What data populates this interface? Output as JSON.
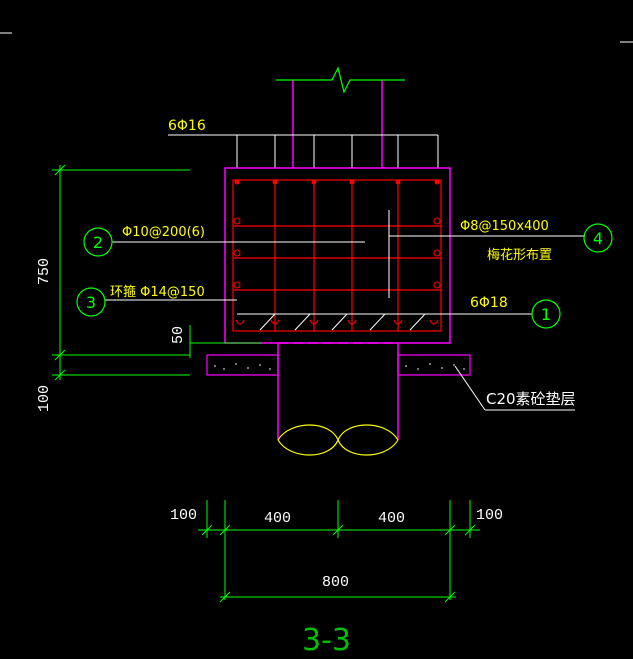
{
  "colors": {
    "background": "#000000",
    "white": "#ffffff",
    "green": "#00ff00",
    "yellow": "#ffff00",
    "red": "#ff0000",
    "magenta": "#ff00ff",
    "pad_fill": "#ff00ff"
  },
  "labels": {
    "top_bars": "6Φ16",
    "bottom_bars": "6Φ18",
    "waist_bars": "Φ10@200(6)",
    "stirrups": "环箍  Φ14@150",
    "plum_bars": "Φ8@150x400",
    "plum_note": "梅花形布置",
    "pad_note": "C20素砼垫层",
    "section_title": "3-3"
  },
  "callouts": {
    "c1": "1",
    "c2": "2",
    "c3": "3",
    "c4": "4"
  },
  "dimensions": {
    "left_height": "750",
    "left_cover": "50",
    "left_pad": "100",
    "bottom_left": "100",
    "bottom_mid1": "400",
    "bottom_mid2": "400",
    "bottom_right": "100",
    "bottom_total": "800"
  }
}
